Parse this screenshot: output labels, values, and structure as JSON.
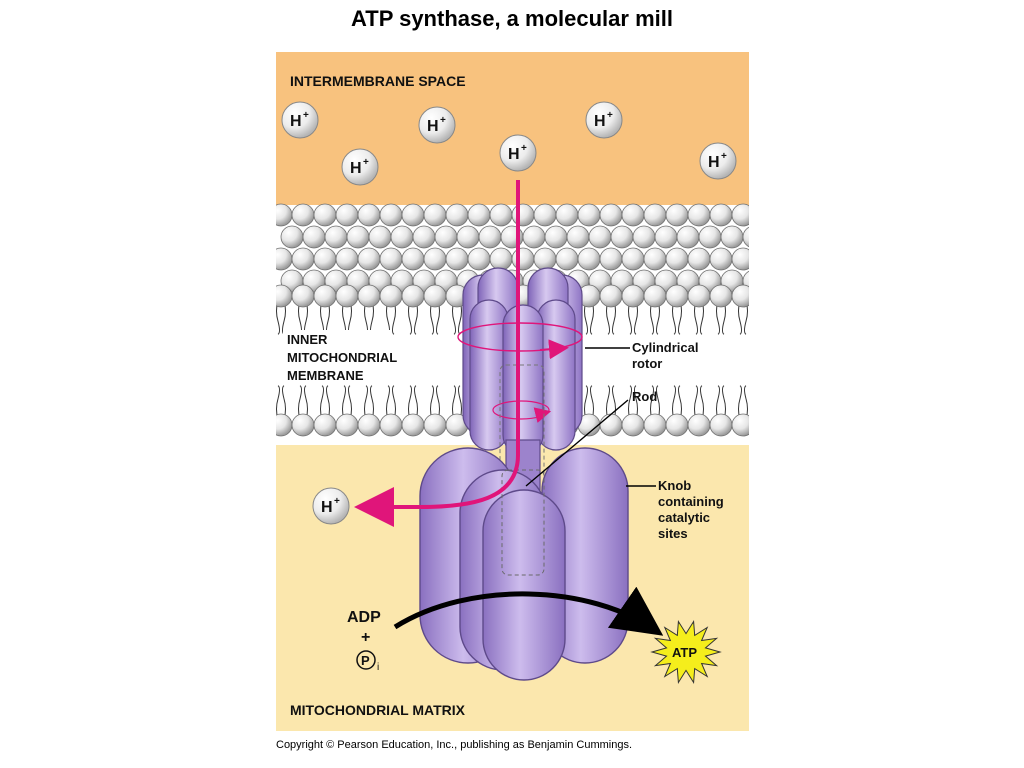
{
  "title": "ATP synthase, a molecular mill",
  "regions": {
    "intermembrane_space": "INTERMEMBRANE SPACE",
    "inner_membrane": [
      "INNER",
      "MITOCHONDRIAL",
      "MEMBRANE"
    ],
    "matrix": "MITOCHONDRIAL MATRIX"
  },
  "proton": {
    "symbol": "H",
    "charge": "+"
  },
  "labels": {
    "rotor": [
      "Cylindrical",
      "rotor"
    ],
    "rod": "Rod",
    "knob": [
      "Knob",
      "containing",
      "catalytic",
      "sites"
    ]
  },
  "reaction": {
    "adp": "ADP",
    "plus": "+",
    "phosphate": "P",
    "phosphate_sub": "i",
    "atp": "ATP"
  },
  "colors": {
    "intermembrane": "#f8c27e",
    "matrix": "#fbe7ad",
    "protein": "#a98fd3",
    "proton_path": "#e0157a",
    "atp_star": "#f5ee1c"
  },
  "copyright": "Copyright © Pearson Education, Inc., publishing as Benjamin Cummings."
}
